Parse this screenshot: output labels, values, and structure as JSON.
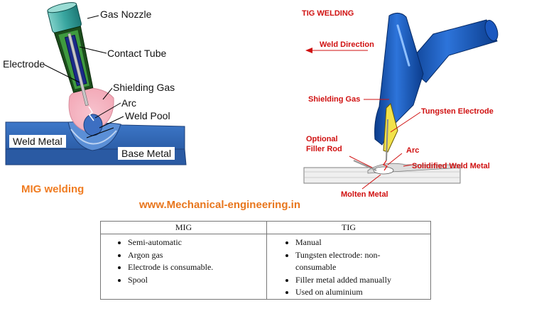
{
  "mig_diagram": {
    "labels": {
      "gas_nozzle": "Gas Nozzle",
      "contact_tube": "Contact Tube",
      "electrode": "Electrode",
      "shielding_gas": "Shielding Gas",
      "arc": "Arc",
      "weld_pool": "Weld Pool",
      "weld_metal": "Weld Metal",
      "base_metal": "Base Metal"
    },
    "caption": "MIG welding"
  },
  "tig_diagram": {
    "title": "TIG WELDING",
    "labels": {
      "weld_direction": "Weld Direction",
      "shielding_gas": "Shielding Gas",
      "tungsten_electrode": "Tungsten Electrode",
      "optional_filler_rod_line1": "Optional",
      "optional_filler_rod_line2": "Filler Rod",
      "arc": "Arc",
      "solidified_weld_metal": "Solidified Weld Metal",
      "molten_metal": "Molten Metal"
    }
  },
  "website": "www.Mechanical-engineering.in",
  "comparison_table": {
    "headers": [
      "MIG",
      "TIG"
    ],
    "mig_items": [
      "Semi-automatic",
      "Argon gas",
      "Electrode is consumable.",
      "Spool"
    ],
    "tig_items": [
      "Manual",
      "Tungsten electrode: non-consumable",
      "Filler metal added manually",
      "Used on aluminium"
    ]
  },
  "colors": {
    "nozzle_teal": "#3aa9a3",
    "steel_blue": "#3c6fbf",
    "tig_torch_blue": "#1f5fc0",
    "label_red": "#d01010",
    "caption_orange": "#f07c21"
  }
}
